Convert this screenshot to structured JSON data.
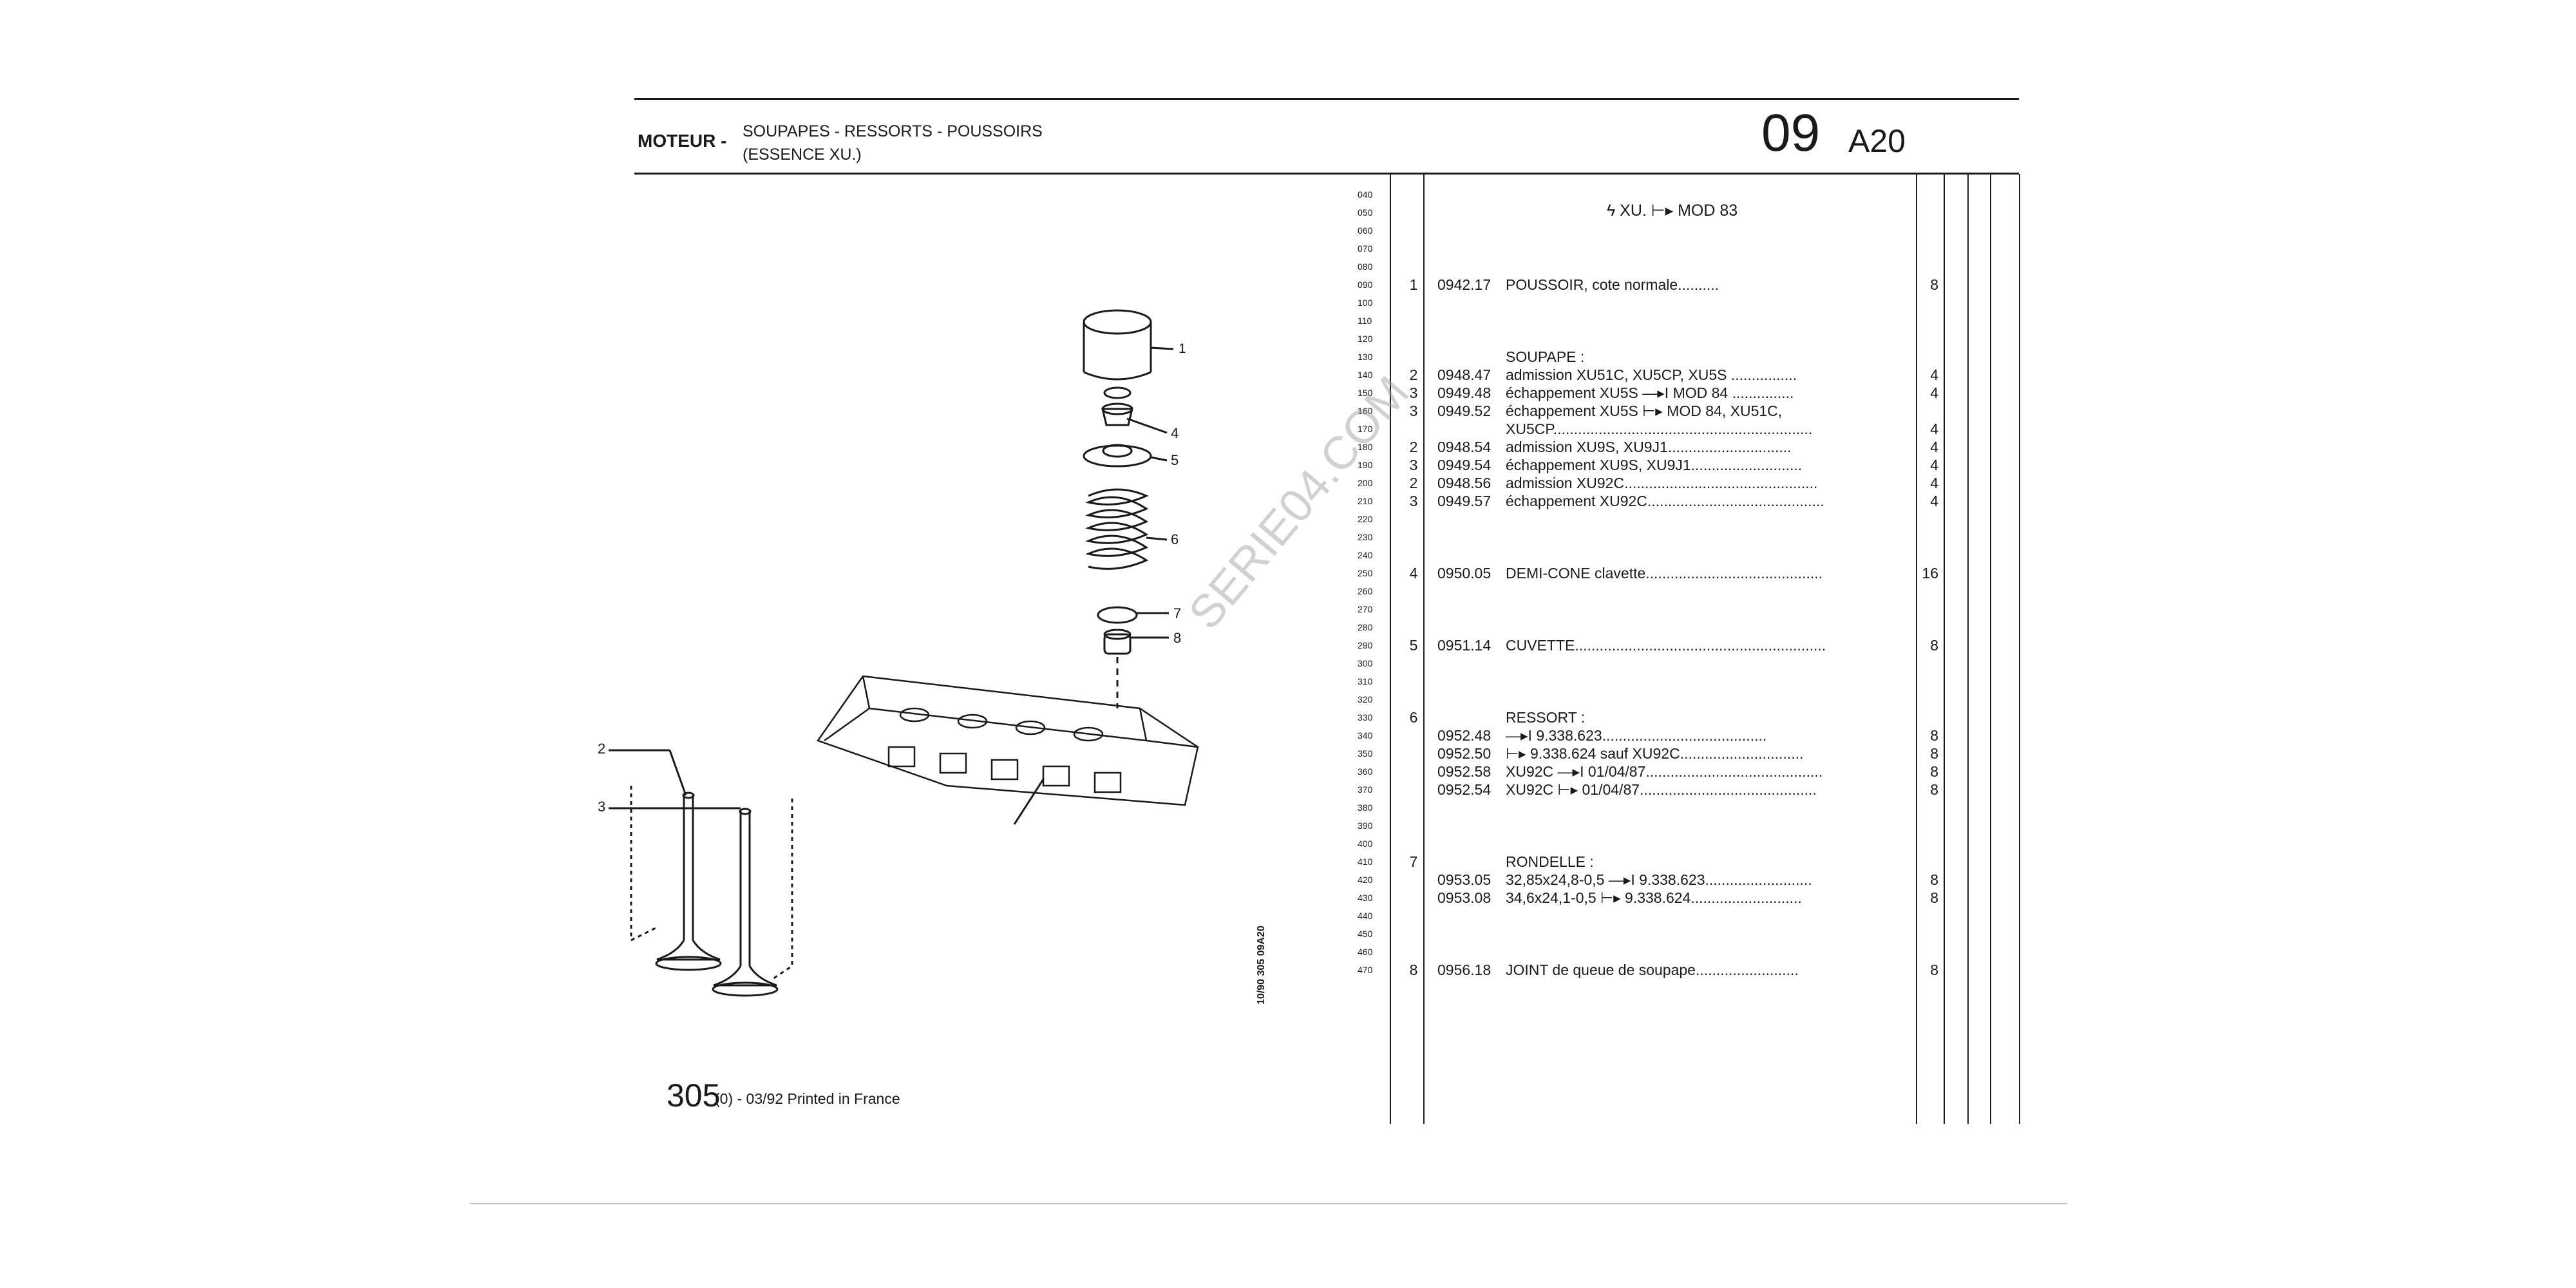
{
  "header": {
    "moteur_label": "MOTEUR -",
    "subtitle_line1": "SOUPAPES - RESSORTS - POUSSOIRS",
    "subtitle_line2": "(ESSENCE XU.)",
    "section_number": "09",
    "section_code": "A20"
  },
  "model_header": "ϟ XU. ⊢▸ MOD 83",
  "line_codes": [
    "040",
    "050",
    "060",
    "070",
    "080",
    "090",
    "100",
    "110",
    "120",
    "130",
    "140",
    "150",
    "160",
    "170",
    "180",
    "190",
    "200",
    "210",
    "220",
    "230",
    "240",
    "250",
    "260",
    "270",
    "280",
    "290",
    "300",
    "310",
    "320",
    "330",
    "340",
    "350",
    "360",
    "370",
    "380",
    "390",
    "400",
    "410",
    "420",
    "430",
    "440",
    "450",
    "460",
    "470"
  ],
  "rows": [
    {
      "idx": "1",
      "ref": "0942.17",
      "desc": "POUSSOIR, cote normale..........",
      "qty": "8"
    },
    {
      "idx": "",
      "ref": "",
      "desc": "SOUPAPE :",
      "qty": ""
    },
    {
      "idx": "2",
      "ref": "0948.47",
      "desc": "admission XU51C, XU5CP, XU5S ................",
      "qty": "4"
    },
    {
      "idx": "3",
      "ref": "0949.48",
      "desc": "échappement XU5S —▸I MOD 84 ...............",
      "qty": "4"
    },
    {
      "idx": "3",
      "ref": "0949.52",
      "desc": "échappement XU5S ⊢▸ MOD 84, XU51C,",
      "qty": ""
    },
    {
      "idx": "",
      "ref": "",
      "desc": "XU5CP...............................................................",
      "qty": "4"
    },
    {
      "idx": "2",
      "ref": "0948.54",
      "desc": "admission XU9S, XU9J1..............................",
      "qty": "4"
    },
    {
      "idx": "3",
      "ref": "0949.54",
      "desc": "échappement XU9S, XU9J1...........................",
      "qty": "4"
    },
    {
      "idx": "2",
      "ref": "0948.56",
      "desc": "admission XU92C...............................................",
      "qty": "4"
    },
    {
      "idx": "3",
      "ref": "0949.57",
      "desc": "échappement XU92C...........................................",
      "qty": "4"
    },
    {
      "idx": "4",
      "ref": "0950.05",
      "desc": "DEMI-CONE clavette...........................................",
      "qty": "16"
    },
    {
      "idx": "5",
      "ref": "0951.14",
      "desc": "CUVETTE.............................................................",
      "qty": "8"
    },
    {
      "idx": "6",
      "ref": "",
      "desc": "RESSORT :",
      "qty": ""
    },
    {
      "idx": "",
      "ref": "0952.48",
      "desc": "—▸I 9.338.623........................................",
      "qty": "8"
    },
    {
      "idx": "",
      "ref": "0952.50",
      "desc": "⊢▸ 9.338.624 sauf XU92C..............................",
      "qty": "8"
    },
    {
      "idx": "",
      "ref": "0952.58",
      "desc": "XU92C —▸I 01/04/87...........................................",
      "qty": "8"
    },
    {
      "idx": "",
      "ref": "0952.54",
      "desc": "XU92C ⊢▸ 01/04/87...........................................",
      "qty": "8"
    },
    {
      "idx": "7",
      "ref": "",
      "desc": "RONDELLE :",
      "qty": ""
    },
    {
      "idx": "",
      "ref": "0953.05",
      "desc": "32,85x24,8-0,5 —▸I 9.338.623..........................",
      "qty": "8"
    },
    {
      "idx": "",
      "ref": "0953.08",
      "desc": "34,6x24,1-0,5 ⊢▸ 9.338.624...........................",
      "qty": "8"
    },
    {
      "idx": "8",
      "ref": "0956.18",
      "desc": "JOINT de queue de soupape.........................",
      "qty": "8"
    }
  ],
  "callouts": [
    "1",
    "4",
    "5",
    "6",
    "7",
    "8",
    "2",
    "3"
  ],
  "vertical_code": "10/90 305 09A20",
  "watermark": "SERIE04.COM",
  "footer": {
    "model": "305",
    "text": "(0) - 03/92 Printed in France"
  }
}
